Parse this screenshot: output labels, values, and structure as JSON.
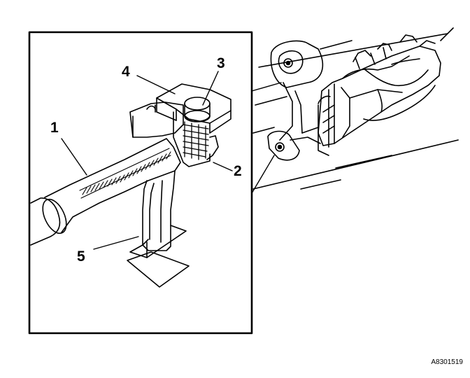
{
  "callouts": {
    "c1": "1",
    "c2": "2",
    "c3": "3",
    "c4": "4",
    "c5": "5"
  },
  "reference_code": "A8301519",
  "colors": {
    "ink": "#000000",
    "paper": "#ffffff"
  }
}
